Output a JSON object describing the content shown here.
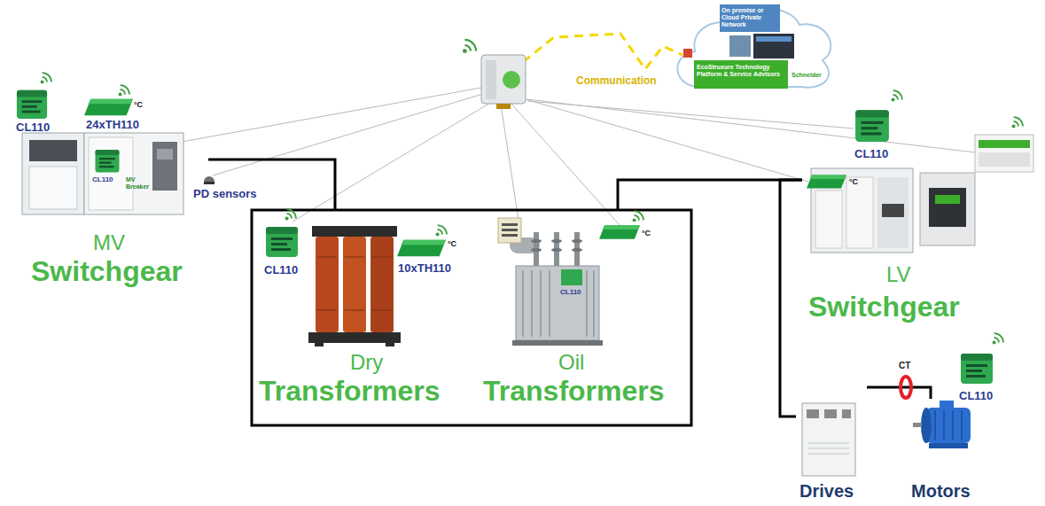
{
  "diagram": {
    "nodes": [
      {
        "text": [
          "On premise or Cloud Private Network",
          "EcoStruxure Technology Platform & Service Advisors",
          "Schneider"
        ]
      },
      {
        "text": [
          "MV",
          "Switchgear"
        ]
      },
      {
        "text": [
          "Dry",
          "Transformers"
        ]
      },
      {
        "text": [
          "Oil",
          "Transformers"
        ]
      },
      {
        "text": [
          "LV",
          "Switchgear"
        ]
      },
      {
        "text": [
          "Drives"
        ]
      },
      {
        "text": [
          "Motors"
        ]
      }
    ],
    "edges": [
      {
        "from": 1,
        "to": 2,
        "arrow": "none"
      },
      {
        "from": 3,
        "to": 4,
        "arrow": "none"
      },
      {
        "from": 4,
        "to": 5,
        "arrow": "none"
      },
      {
        "from": 5,
        "to": 6,
        "arrow": "none",
        "label": "CT"
      }
    ],
    "labels": [
      "CL110",
      "24xTH110",
      "°C",
      "CL110",
      "MV Breaker",
      "PD sensors",
      "CL110",
      "10xTH110",
      "°C",
      "CL110",
      "°C",
      "Communication",
      "CL110",
      "°C",
      "CL110"
    ]
  }
}
